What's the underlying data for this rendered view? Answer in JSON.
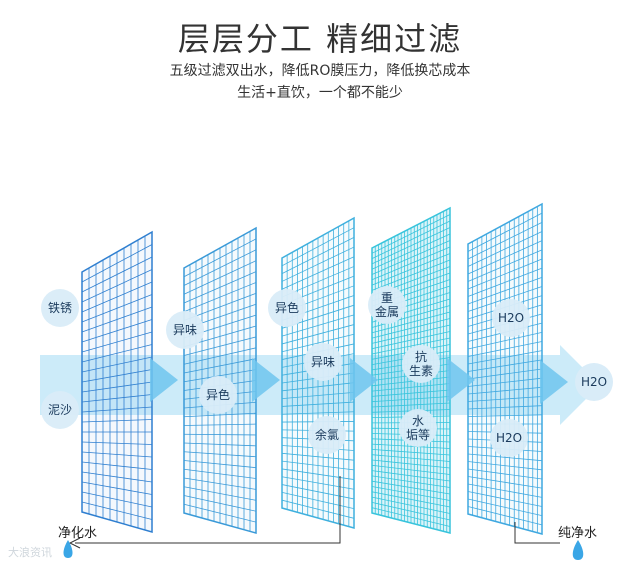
{
  "headline": "层层分工 精细过滤",
  "subline1": "五级过滤双出水，降低RO膜压力，降低换芯成本",
  "subline2": "生活+直饮，一个都不能少",
  "stages": [
    {
      "labels": [
        "铁锈",
        "泥沙"
      ],
      "mesh_color": "#2f7fd0"
    },
    {
      "labels": [
        "异味",
        "异色"
      ],
      "mesh_color": "#3a9ad8"
    },
    {
      "labels": [
        "异色",
        "异味",
        "余氯"
      ],
      "mesh_color": "#3fb0de"
    },
    {
      "labels": [
        "重\n金属",
        "抗\n生素",
        "水\n垢等"
      ],
      "mesh_color": "#38c4dc"
    },
    {
      "labels": [
        "H2O",
        "H2O"
      ],
      "mesh_color": "#3fa8e0"
    }
  ],
  "output_label": "H2O",
  "purified_water_label": "净化水",
  "pure_water_label": "纯净水",
  "watermark": "大浪资讯",
  "colors": {
    "arrow": "#6ec6ee",
    "bubble": "#d9ecf8",
    "drop": "#3aa6e6"
  }
}
